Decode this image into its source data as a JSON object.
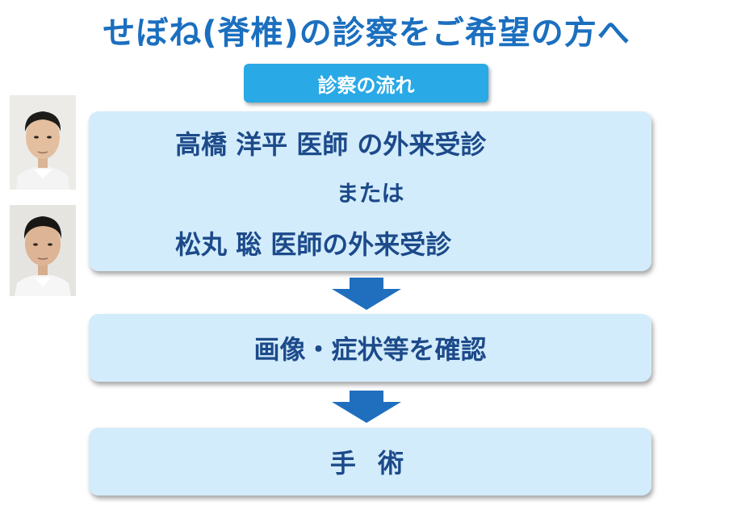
{
  "title": "せぼね(脊椎)の診察をご希望の方へ",
  "flow_header": "診察の流れ",
  "steps": [
    {
      "line1": "高橋 洋平 医師 の外来受診",
      "connector": "または",
      "line2": "松丸 聡 医師の外来受診"
    },
    {
      "label": "画像・症状等を確認"
    },
    {
      "label": "手 術"
    }
  ],
  "colors": {
    "title": "#1b6fbf",
    "header_bg": "#29a9e6",
    "box_bg": "#d3ecfb",
    "box_text": "#1c4a8a",
    "arrow": "#1f6fbe"
  },
  "icons": [
    "down-arrow-icon",
    "doctor-photo"
  ]
}
